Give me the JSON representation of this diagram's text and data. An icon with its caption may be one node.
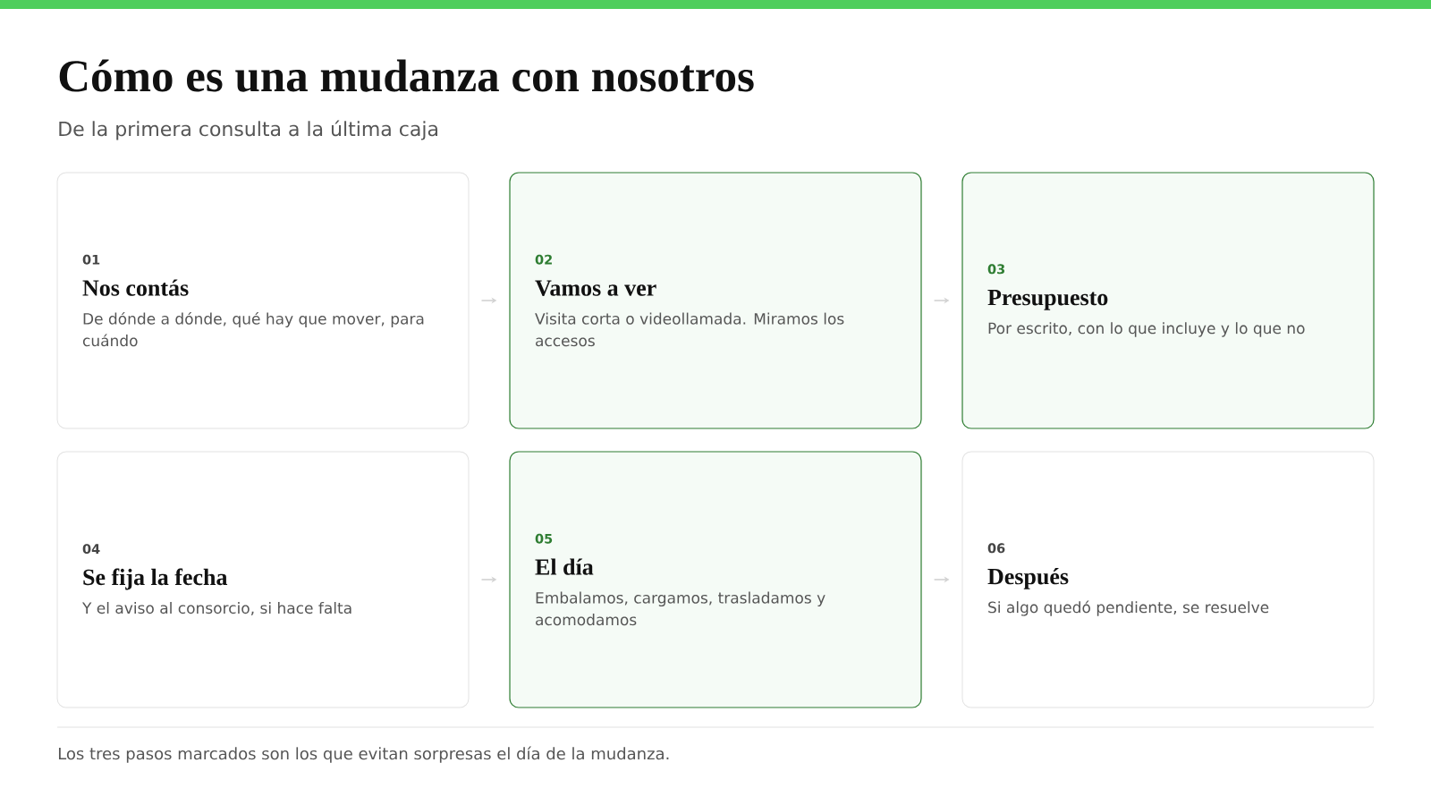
{
  "diagram": {
    "title": "Cómo es una mudanza con nosotros",
    "caption": "Los tres pasos marcados son los que evitan sorpresas el día de la mudanza.",
    "nodes": [
      {
        "text": [
          "01",
          "Nos contás",
          "De dónde a dónde, qué hay que mover, para cuándo"
        ]
      },
      {
        "text": [
          "02",
          "Vamos a ver",
          "Visita corta o videollamada. Miramos los accesos"
        ]
      },
      {
        "text": [
          "03",
          "Presupuesto",
          "Por escrito, con lo que incluye y lo que no"
        ]
      },
      {
        "text": [
          "04",
          "Se fija la fecha",
          "Y el aviso al consorcio, si hace falta"
        ]
      },
      {
        "text": [
          "05",
          "El día",
          "Embalamos, cargamos, trasladamos y acomodamos"
        ]
      },
      {
        "text": [
          "06",
          "Después",
          "Si algo quedó pendiente, se resuelve"
        ]
      }
    ],
    "edges": [
      {
        "from": 0,
        "to": 1,
        "arrow": "to"
      },
      {
        "from": 1,
        "to": 2,
        "arrow": "to"
      },
      {
        "from": 3,
        "to": 4,
        "arrow": "to"
      },
      {
        "from": 4,
        "to": 5,
        "arrow": "to"
      }
    ],
    "labels": [
      "De la primera consulta a la última caja"
    ]
  }
}
